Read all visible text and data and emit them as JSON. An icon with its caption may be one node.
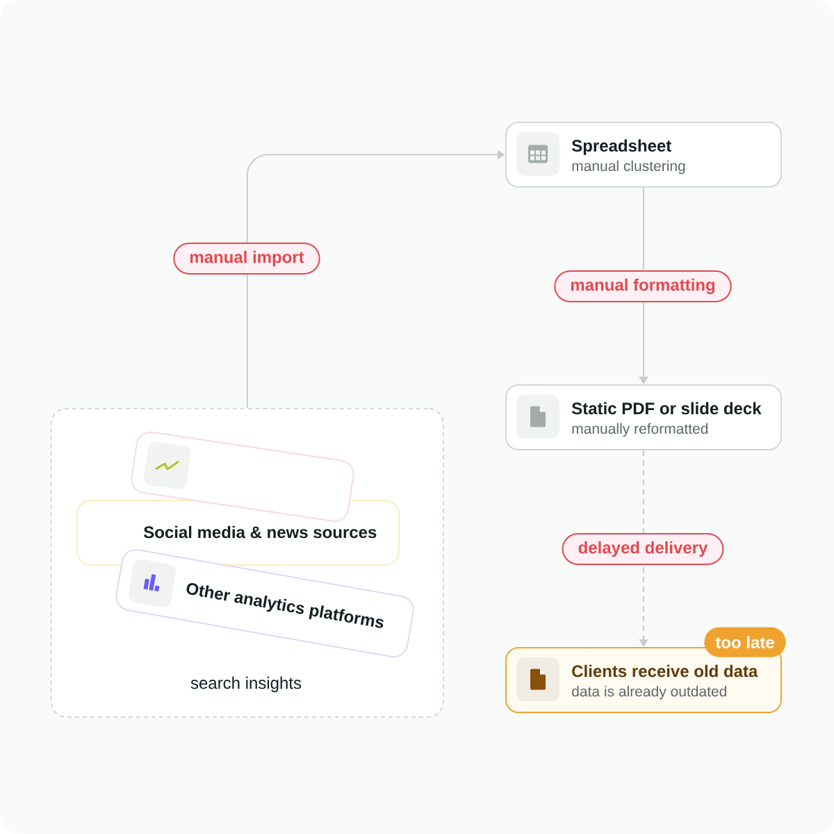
{
  "diagram": {
    "nodes": [
      {
        "text": [
          "search insights"
        ]
      },
      {
        "text": [],
        "shape": "box",
        "in": 0
      },
      {
        "text": [
          "Social media & news sources"
        ],
        "in": 0
      },
      {
        "text": [
          "Other analytics platforms"
        ],
        "in": 0
      },
      {
        "text": [
          "Spreadsheet",
          "manual clustering"
        ]
      },
      {
        "text": [
          "Static PDF or slide deck",
          "manually reformatted"
        ]
      },
      {
        "text": [
          "Clients receive old data",
          "data is already outdated"
        ],
        "beside": [
          "too late"
        ]
      }
    ],
    "edges": [
      {
        "from": 0,
        "to": 4,
        "arrow": "to",
        "label": "manual import"
      },
      {
        "from": 4,
        "to": 5,
        "arrow": "to",
        "label": "manual formatting"
      },
      {
        "from": 5,
        "to": 6,
        "arrow": "to",
        "label": "delayed delivery",
        "style": "dashed"
      }
    ]
  }
}
